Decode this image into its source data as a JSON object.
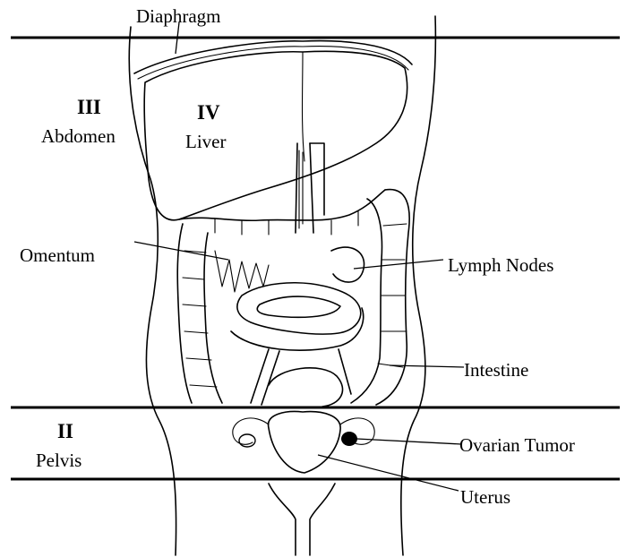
{
  "labels": {
    "diaphragm": "Diaphragm",
    "omentum": "Omentum",
    "lymph_nodes": "Lymph Nodes",
    "intestine": "Intestine",
    "ovarian_tumor": "Ovarian Tumor",
    "uterus": "Uterus"
  },
  "stages": {
    "iv": {
      "numeral": "IV",
      "name": "Liver"
    },
    "iii": {
      "numeral": "III",
      "name": "Abdomen"
    },
    "ii": {
      "numeral": "II",
      "name": "Pelvis"
    }
  },
  "colors": {
    "ink": "#000000",
    "background": "#ffffff"
  }
}
